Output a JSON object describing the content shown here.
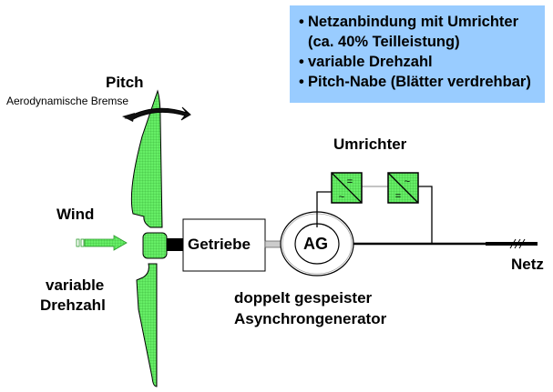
{
  "info_box": {
    "items": [
      {
        "bullet": "•",
        "text": "Netzanbindung mit Umrichter"
      },
      {
        "bullet": "",
        "text": "(ca. 40% Teilleistung)"
      },
      {
        "bullet": "•",
        "text": "variable Drehzahl"
      },
      {
        "bullet": "•",
        "text": "Pitch-Nabe (Blätter verdrehbar)"
      }
    ],
    "background_color": "#99ccff"
  },
  "labels": {
    "pitch": "Pitch",
    "aero_brake": "Aerodynamische Bremse",
    "wind": "Wind",
    "variable_speed_line1": "variable",
    "variable_speed_line2": "Drehzahl",
    "gearbox": "Getriebe",
    "generator": "AG",
    "generator_desc_line1": "doppelt gespeister",
    "generator_desc_line2": "Asynchrongenerator",
    "converter": "Umrichter",
    "grid": "Netz"
  },
  "colors": {
    "blade_green": "#66ee66",
    "converter_green": "#55ee55",
    "line": "#000000"
  },
  "converter_symbols": {
    "rectifier_top": "=",
    "rectifier_bottom": "~",
    "inverter_top": "~",
    "inverter_bottom": "="
  },
  "grid_phase_marks": "///"
}
